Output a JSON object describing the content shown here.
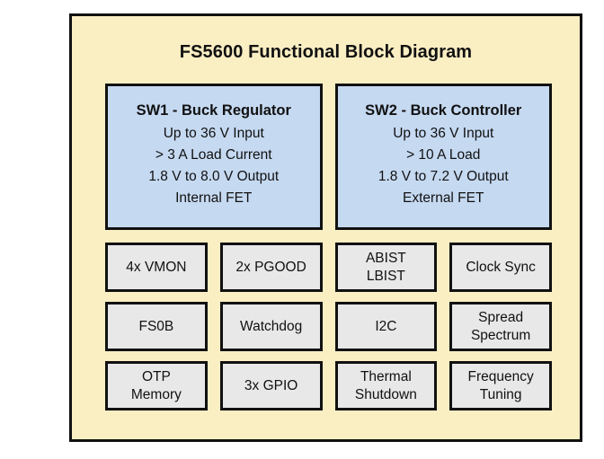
{
  "diagram": {
    "title": "FS5600 Functional Block Diagram",
    "colors": {
      "panel_background": "#faeec3",
      "switcher_block_fill": "#c5d9f1",
      "feature_block_fill": "#e8e8e8",
      "border": "#111111",
      "text": "#111111",
      "page_background": "#ffffff"
    },
    "switcher_blocks": [
      {
        "title": "SW1 - Buck Regulator",
        "specs": [
          "Up to 36 V Input",
          "> 3 A Load Current",
          "1.8 V to 8.0 V Output",
          "Internal FET"
        ]
      },
      {
        "title": "SW2 - Buck Controller",
        "specs": [
          "Up to 36 V Input",
          "> 10 A Load",
          "1.8 V to 7.2 V Output",
          "External FET"
        ]
      }
    ],
    "feature_blocks": [
      {
        "lines": [
          "4x VMON"
        ]
      },
      {
        "lines": [
          "2x PGOOD"
        ]
      },
      {
        "lines": [
          "ABIST",
          "LBIST"
        ]
      },
      {
        "lines": [
          "Clock Sync"
        ]
      },
      {
        "lines": [
          "FS0B"
        ]
      },
      {
        "lines": [
          "Watchdog"
        ]
      },
      {
        "lines": [
          "I2C"
        ]
      },
      {
        "lines": [
          "Spread",
          "Spectrum"
        ]
      },
      {
        "lines": [
          "OTP",
          "Memory"
        ]
      },
      {
        "lines": [
          "3x GPIO"
        ]
      },
      {
        "lines": [
          "Thermal",
          "Shutdown"
        ]
      },
      {
        "lines": [
          "Frequency",
          "Tuning"
        ]
      }
    ]
  }
}
